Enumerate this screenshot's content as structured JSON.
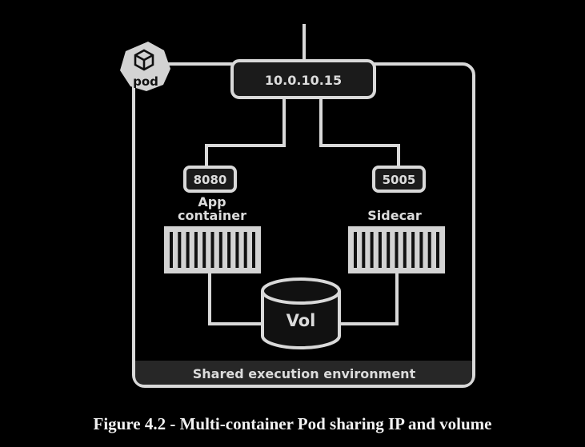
{
  "pod": {
    "badge_label": "pod",
    "ip": "10.0.10.15",
    "footer": "Shared execution environment"
  },
  "containers": [
    {
      "port": "8080",
      "name_line1": "App",
      "name_line2": "container"
    },
    {
      "port": "5005",
      "name_line1": "",
      "name_line2": "Sidecar"
    }
  ],
  "volume": {
    "label": "Vol"
  },
  "caption": "Figure 4.2 - Multi-container Pod sharing IP and volume",
  "colors": {
    "background": "#000000",
    "stroke": "#d9d9d9",
    "box_fill": "#1b1b1b"
  }
}
